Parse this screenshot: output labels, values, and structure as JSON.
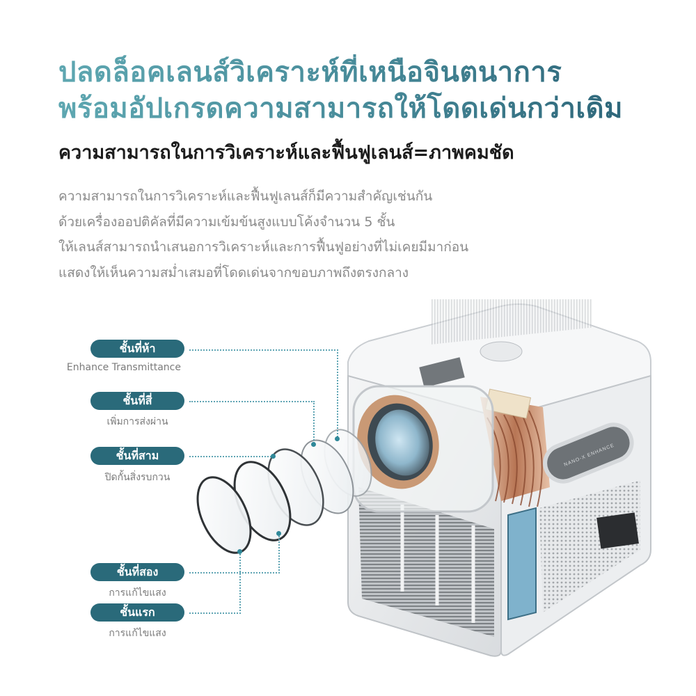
{
  "heading": {
    "line1": "ปลดล็อคเลนส์วิเคราะห์ที่เหนือจินตนาการ",
    "line2": "พร้อมอัปเกรดความสามารถให้โดดเด่นกว่าเดิม",
    "gradient_start": "#5ea7b1",
    "gradient_end": "#2a6175"
  },
  "subheading": "ความสามารถในการวิเคราะห์และฟื้นฟูเลนส์=ภาพคมชัด",
  "description": [
    "ความสามารถในการวิเคราะห์และฟื้นฟูเลนส์ก็มีความสำคัญเช่นกัน",
    "ด้วยเครื่องออปติคัลที่มีความเข้มข้นสูงแบบโค้งจำนวน 5 ชั้น",
    "ให้เลนส์สามารถนำเสนอการวิเคราะห์และการฟื้นฟูอย่างที่ไม่เคยมีมาก่อน",
    "แสดงให้เห็นความสม่ำเสมอที่โดดเด่นจากขอบภาพถึงตรงกลาง"
  ],
  "layers": [
    {
      "label": "ชั้นที่ห้า",
      "caption": "Enhance Transmittance"
    },
    {
      "label": "ชั้นที่สี่",
      "caption": "เพิ่มการส่งผ่าน"
    },
    {
      "label": "ชั้นที่สาม",
      "caption": "ปิดกั้นสิ่งรบกวน"
    },
    {
      "label": "ชั้นที่สอง",
      "caption": "การแก้ไขแสง"
    },
    {
      "label": "ชั้นแรก",
      "caption": "การแก้ไขแสง"
    }
  ],
  "colors": {
    "pill": "#2a6a7a",
    "connector": "#5ea4b3",
    "body_text": "#8a8a8a"
  },
  "product": {
    "name": "transparent-projector-cutaway",
    "badge_text": "NANO-X ENHANCE"
  }
}
